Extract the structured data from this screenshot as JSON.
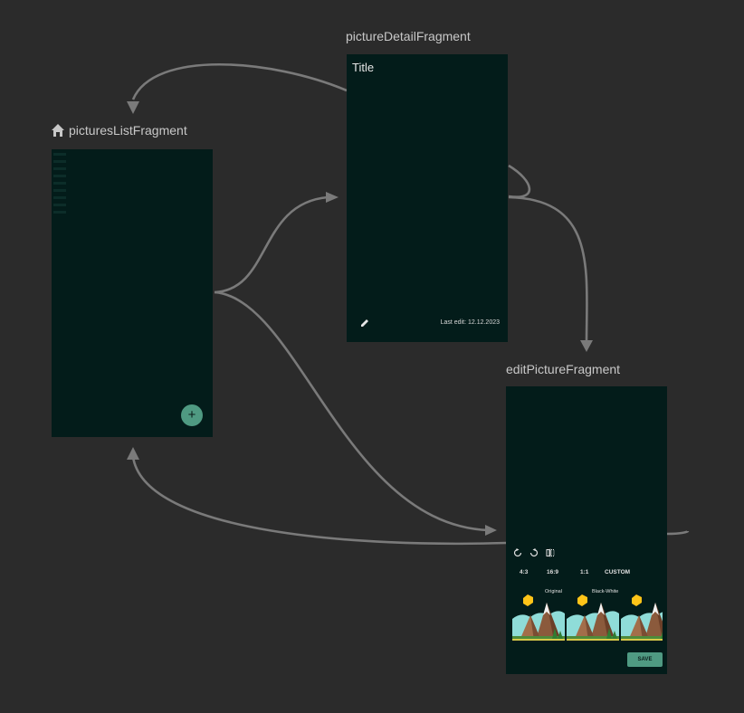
{
  "graph": {
    "start_destination_icon": "home-icon",
    "edge_color": "#7a7a7a",
    "screen_background": "#031c1a"
  },
  "fragments": {
    "pictures_list": {
      "label": "picturesListFragment",
      "fab_label": "+"
    },
    "picture_detail": {
      "label": "pictureDetailFragment",
      "title": "Title",
      "edit_icon": "pencil-icon",
      "last_edit": "Last edit: 12.12.2023"
    },
    "edit_picture": {
      "label": "editPictureFragment",
      "tool_icons": [
        "rotate-left-icon",
        "rotate-right-icon",
        "flip-icon"
      ],
      "ratios": [
        "4:3",
        "16:9",
        "1:1",
        "CUSTOM"
      ],
      "filters": [
        "Original",
        "Black-White",
        ""
      ],
      "save_label": "SAVE"
    }
  }
}
